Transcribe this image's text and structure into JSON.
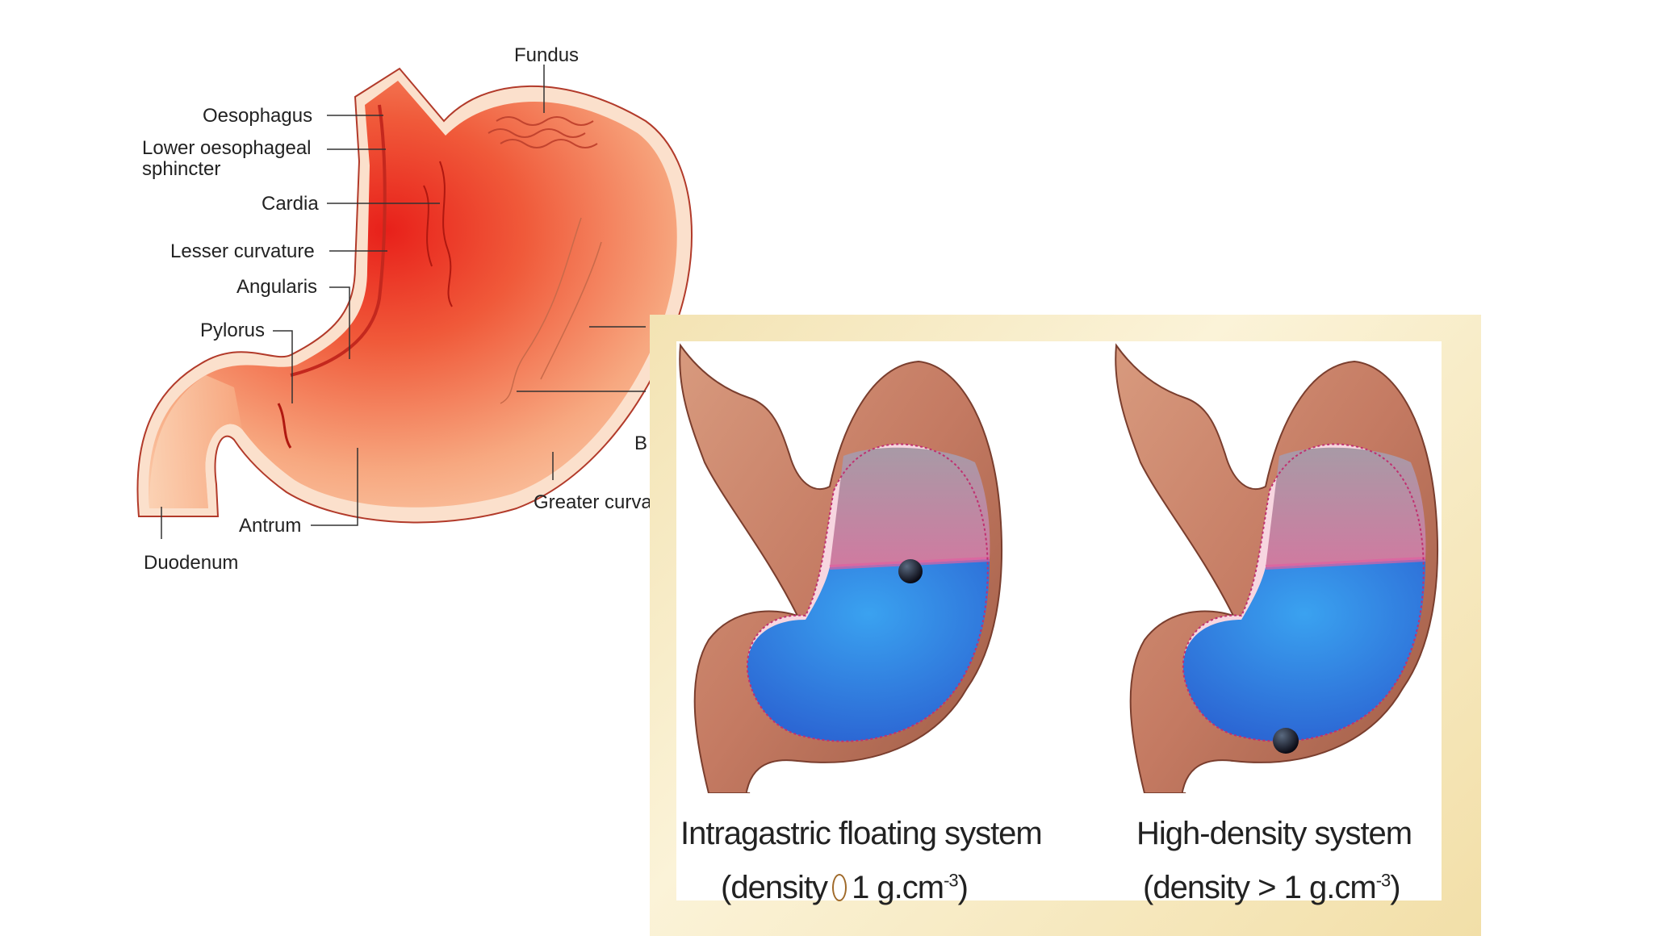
{
  "anatomy": {
    "labels": {
      "fundus": "Fundus",
      "oesophagus": "Oesophagus",
      "les_line1": "Lower oesophageal",
      "les_line2": "sphincter",
      "cardia": "Cardia",
      "lesser_curvature": "Lesser curvature",
      "angularis": "Angularis",
      "pylorus": "Pylorus",
      "antrum": "Antrum",
      "duodenum": "Duodenum",
      "greater_curvature": "Greater curva",
      "body": "B"
    }
  },
  "systems": {
    "floating": {
      "title": "Intragastric floating system",
      "density_prefix": "(density",
      "density_value": "1 g.cm",
      "density_exp": "-3",
      "density_suffix": ")"
    },
    "high_density": {
      "title": "High-density system",
      "density_prefix": "(density > 1 g.cm",
      "density_exp": "-3",
      "density_suffix": ")"
    }
  },
  "colors": {
    "stomach_light": "#f7a880",
    "stomach_dark": "#e8201a",
    "gastric_fluid": "#2f7de0",
    "gas_layer": "#b98a9e",
    "panel_frame": "#f3e3b3"
  }
}
